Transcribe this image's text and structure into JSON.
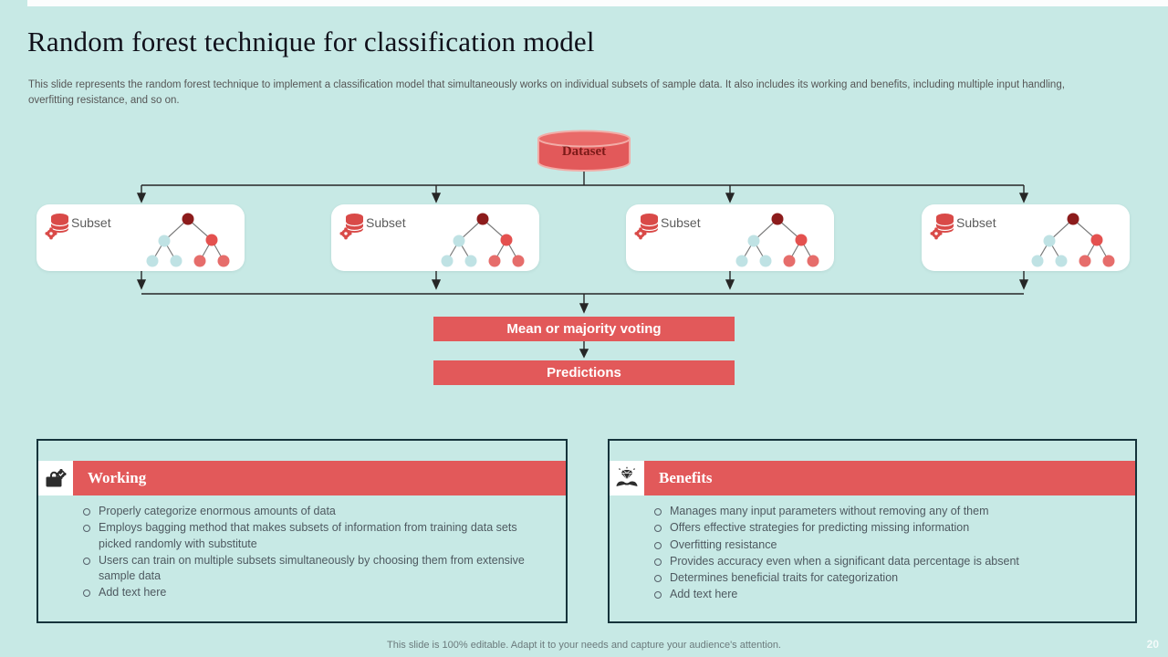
{
  "slide": {
    "title": "Random forest technique for classification model",
    "subtitle": "This slide represents the random forest technique to implement a classification model that simultaneously works on individual subsets of sample data. It also includes its working and benefits, including multiple input handling, overfitting resistance, and so on.",
    "footer": "This slide is 100% editable. Adapt it to your needs and capture your audience's attention.",
    "page_number": "20"
  },
  "diagram": {
    "dataset_label": "Dataset",
    "subsets": [
      "Subset",
      "Subset",
      "Subset",
      "Subset"
    ],
    "voting_label": "Mean or majority voting",
    "predictions_label": "Predictions",
    "icons": {
      "subset": "database-gear-icon",
      "subset_tree": "decision-tree-icon",
      "dataset": "database-cylinder-shape"
    }
  },
  "panels": {
    "working": {
      "title": "Working",
      "icon": "toolbox-gear-icon",
      "bullets": [
        "Properly categorize enormous amounts of data",
        "Employs bagging method that makes subsets of information from training data sets picked randomly with substitute",
        "Users can train on multiple subsets simultaneously by choosing them from extensive sample data",
        "Add text here"
      ]
    },
    "benefits": {
      "title": "Benefits",
      "icon": "hands-gem-icon",
      "bullets": [
        "Manages many input parameters without removing any of them",
        "Offers effective strategies for predicting missing information",
        "Overfitting resistance",
        "Provides accuracy even when a significant data percentage is absent",
        "Determines beneficial traits for categorization",
        "Add text here"
      ]
    }
  },
  "colors": {
    "background": "#c7e9e5",
    "accent_red": "#e2595a",
    "dark_red": "#7c1a18",
    "tree_root": "#8c1b1b",
    "tree_light_node": "#bfe2e4",
    "tree_red_node": "#e4514f",
    "panel_border": "#15333b",
    "body_text": "#4e5960",
    "connector": "#262626"
  }
}
